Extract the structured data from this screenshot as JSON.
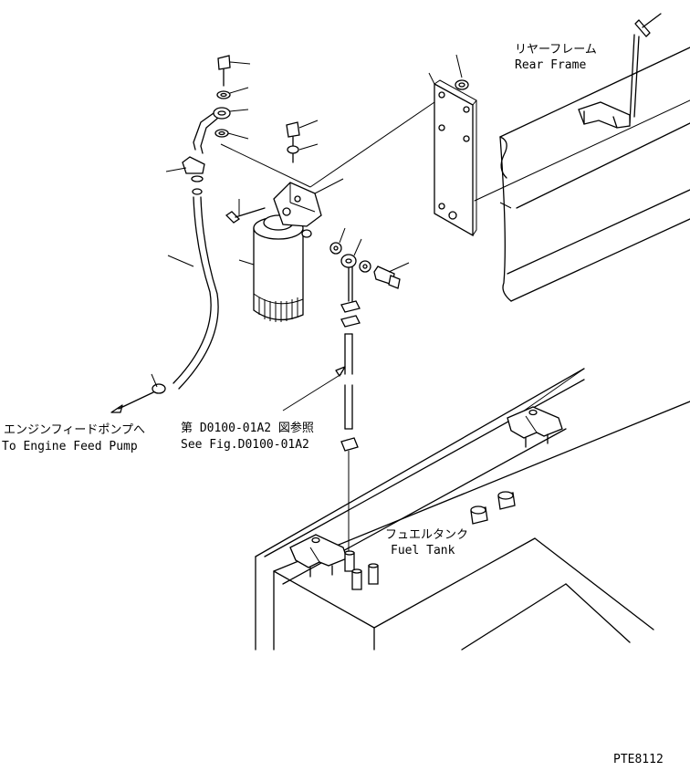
{
  "labels": {
    "rear_frame_jp": "リヤーフレーム",
    "rear_frame_en": "Rear Frame",
    "engine_feed_jp": "エンジンフィードポンプへ",
    "engine_feed_en": "To Engine Feed Pump",
    "see_fig_jp": "第 D0100-01A2 図参照",
    "see_fig_en": "See Fig.D0100-01A2",
    "fuel_tank_jp": "フュエルタンク",
    "fuel_tank_en": "Fuel Tank",
    "drawing_code": "PTE8112"
  }
}
